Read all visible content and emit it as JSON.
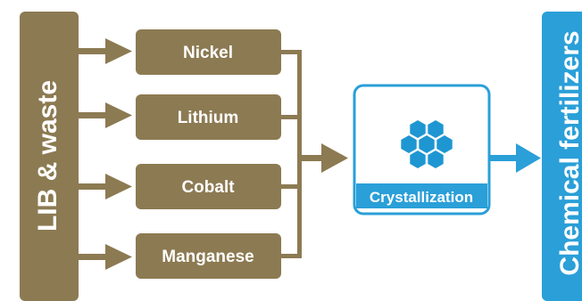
{
  "source": {
    "label": "LIB & waste"
  },
  "metals": [
    {
      "label": "Nickel"
    },
    {
      "label": "Lithium"
    },
    {
      "label": "Cobalt"
    },
    {
      "label": "Manganese"
    }
  ],
  "process": {
    "label": "Crystallization",
    "icon": "hexagon-cluster-icon"
  },
  "product": {
    "label": "Chemical fertilizers"
  },
  "colors": {
    "olive": "#8C7A52",
    "blue": "#2A9FD8",
    "hex_blue": "#1E96D2"
  }
}
